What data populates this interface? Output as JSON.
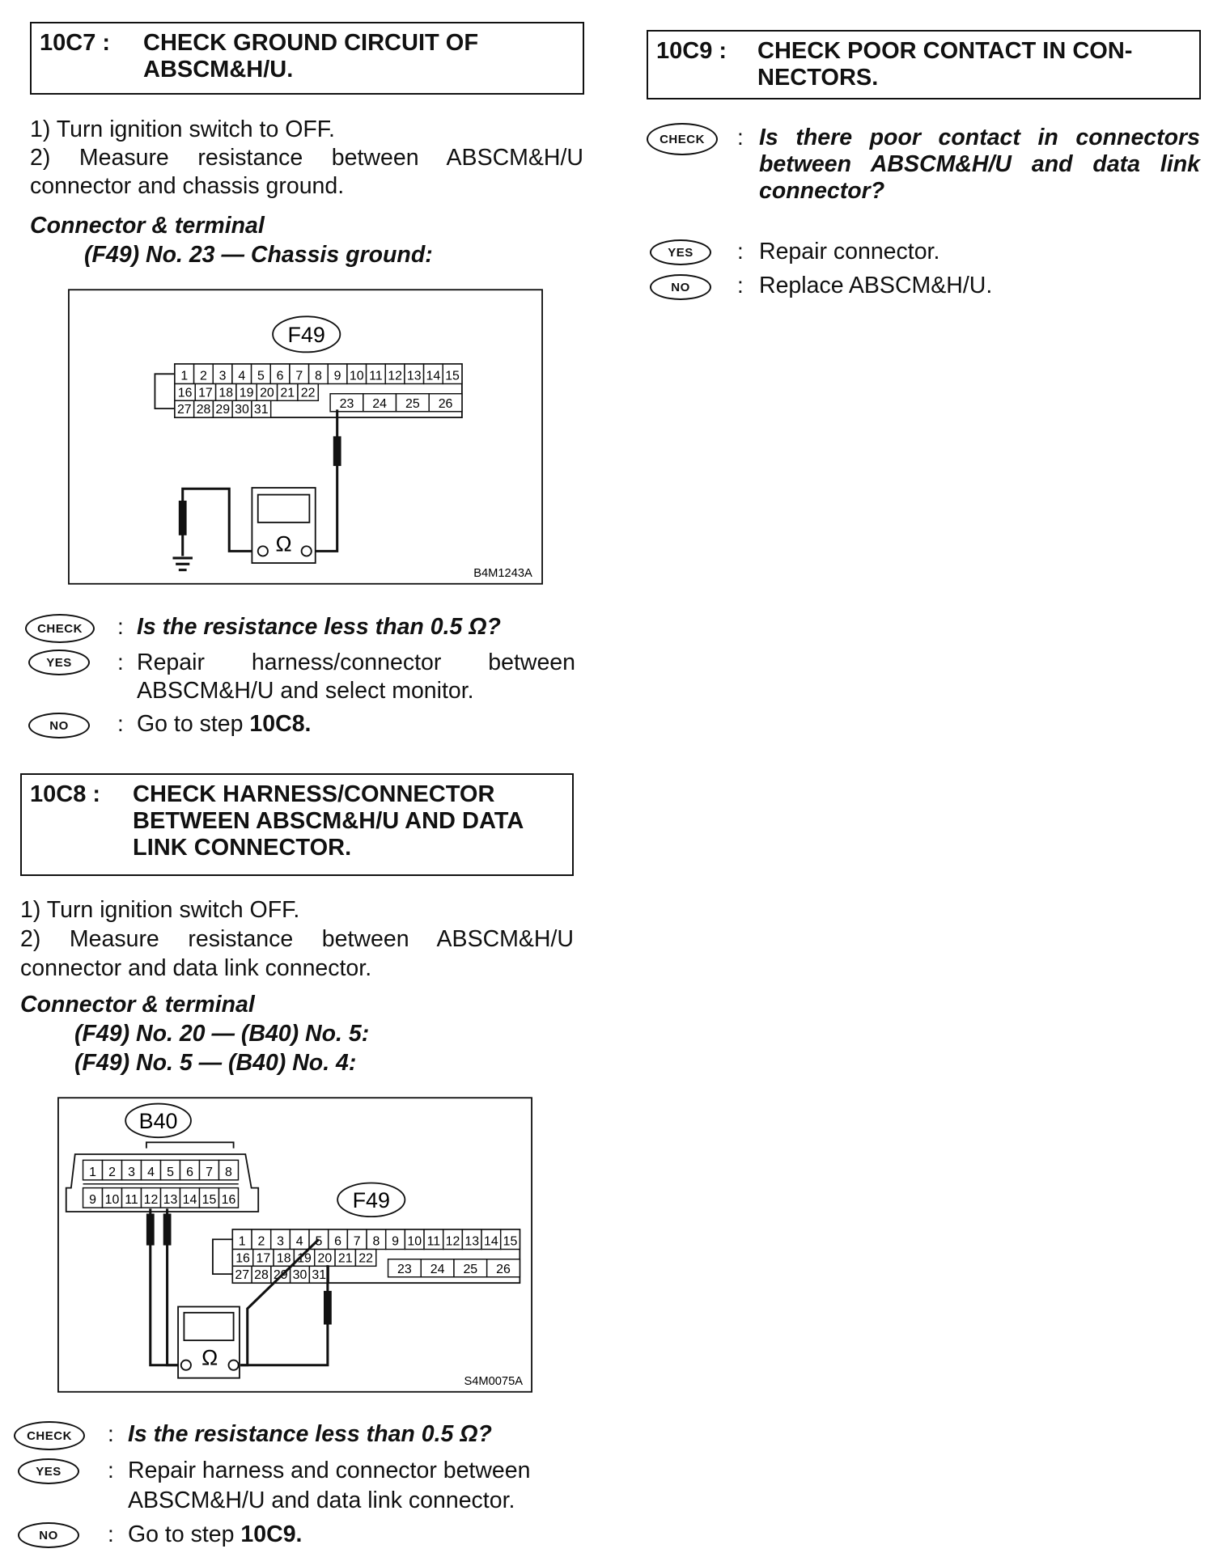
{
  "badges": {
    "check": "CHECK",
    "yes": "YES",
    "no": "NO",
    "colon": ":"
  },
  "step_10c7": {
    "id": "10C7 :",
    "title": [
      "CHECK GROUND CIRCUIT OF",
      "ABSCM&H/U."
    ],
    "instructions": [
      "1)  Turn ignition switch to OFF.",
      "2) Measure resistance between ABSCM&H/U",
      "connector and chassis ground."
    ],
    "connector_heading": "Connector & terminal",
    "connector_lines": [
      "(F49) No. 23 — Chassis ground:"
    ],
    "figure": {
      "connector": "F49",
      "meter_symbol": "Ω",
      "code": "B4M1243A"
    },
    "check": "Is the resistance less than 0.5 Ω?",
    "yes": [
      "Repair harness/connector between",
      "ABSCM&H/U and select monitor."
    ],
    "no_prefix": "Go to step ",
    "no_step": "10C8."
  },
  "step_10c8": {
    "id": "10C8 :",
    "title": [
      "CHECK HARNESS/CONNECTOR",
      "BETWEEN ABSCM&H/U AND DATA",
      "LINK CONNECTOR."
    ],
    "instructions": [
      "1)  Turn ignition switch OFF.",
      "2) Measure resistance between ABSCM&H/U",
      "connector and data link connector."
    ],
    "connector_heading": "Connector & terminal",
    "connector_lines": [
      "(F49) No. 20 — (B40) No. 5:",
      "(F49) No. 5 — (B40) No. 4:"
    ],
    "figure": {
      "connector_a": "B40",
      "connector_b": "F49",
      "meter_symbol": "Ω",
      "code": "S4M0075A"
    },
    "check": "Is the resistance less than 0.5 Ω?",
    "yes": [
      "Repair harness and connector between",
      "ABSCM&H/U and data link connector."
    ],
    "no_prefix": "Go to step ",
    "no_step": "10C9."
  },
  "step_10c9": {
    "id": "10C9 :",
    "title": [
      "CHECK POOR CONTACT IN CON-",
      "NECTORS."
    ],
    "check": [
      "Is there poor contact in connectors",
      "between ABSCM&H/U and data link",
      "connector?"
    ],
    "yes": "Repair connector.",
    "no": "Replace ABSCM&H/U."
  },
  "pins": {
    "f49_row1": [
      "1",
      "2",
      "3",
      "4",
      "5",
      "6",
      "7",
      "8",
      "9",
      "10",
      "11",
      "12",
      "13",
      "14",
      "15"
    ],
    "f49_row2": [
      "16",
      "17",
      "18",
      "19",
      "20",
      "21",
      "22"
    ],
    "f49_row3": [
      "27",
      "28",
      "29",
      "30",
      "31"
    ],
    "f49_big": [
      "23",
      "24",
      "25",
      "26"
    ],
    "b40_row1": [
      "1",
      "2",
      "3",
      "4",
      "5",
      "6",
      "7",
      "8"
    ],
    "b40_row2": [
      "9",
      "10",
      "11",
      "12",
      "13",
      "14",
      "15",
      "16"
    ]
  }
}
